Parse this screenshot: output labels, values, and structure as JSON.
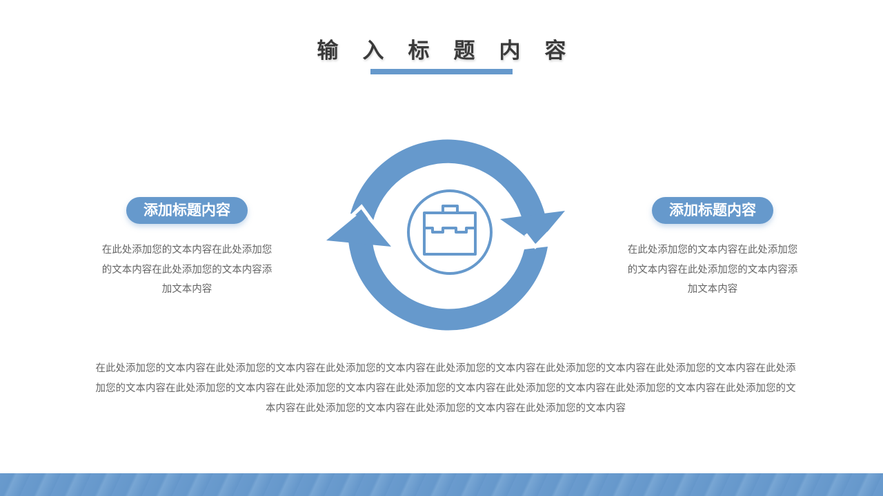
{
  "header": {
    "title": "输入标题内容",
    "accent_color": "#6699cc"
  },
  "left_block": {
    "title": "添加标题内容",
    "body": "在此处添加您的文本内容在此处添加您的文本内容在此处添加您的文本内容添加文本内容"
  },
  "right_block": {
    "title": "添加标题内容",
    "body": "在此处添加您的文本内容在此处添加您的文本内容在此处添加您的文本内容添加文本内容"
  },
  "center": {
    "icon": "briefcase-icon",
    "cycle": "circular-arrows"
  },
  "bottom": {
    "body": "在此处添加您的文本内容在此处添加您的文本内容在此处添加您的文本内容在此处添加您的文本内容在此处添加您的文本内容在此处添加您的文本内容在此处添加您的文本内容在此处添加您的文本内容在此处添加您的文本内容在此处添加您的文本内容在此处添加您的文本内容在此处添加您的文本内容在此处添加您的文本内容在此处添加您的文本内容在此处添加您的文本内容在此处添加您的文本内容"
  },
  "footer": {
    "band_color": "#6699cc"
  }
}
